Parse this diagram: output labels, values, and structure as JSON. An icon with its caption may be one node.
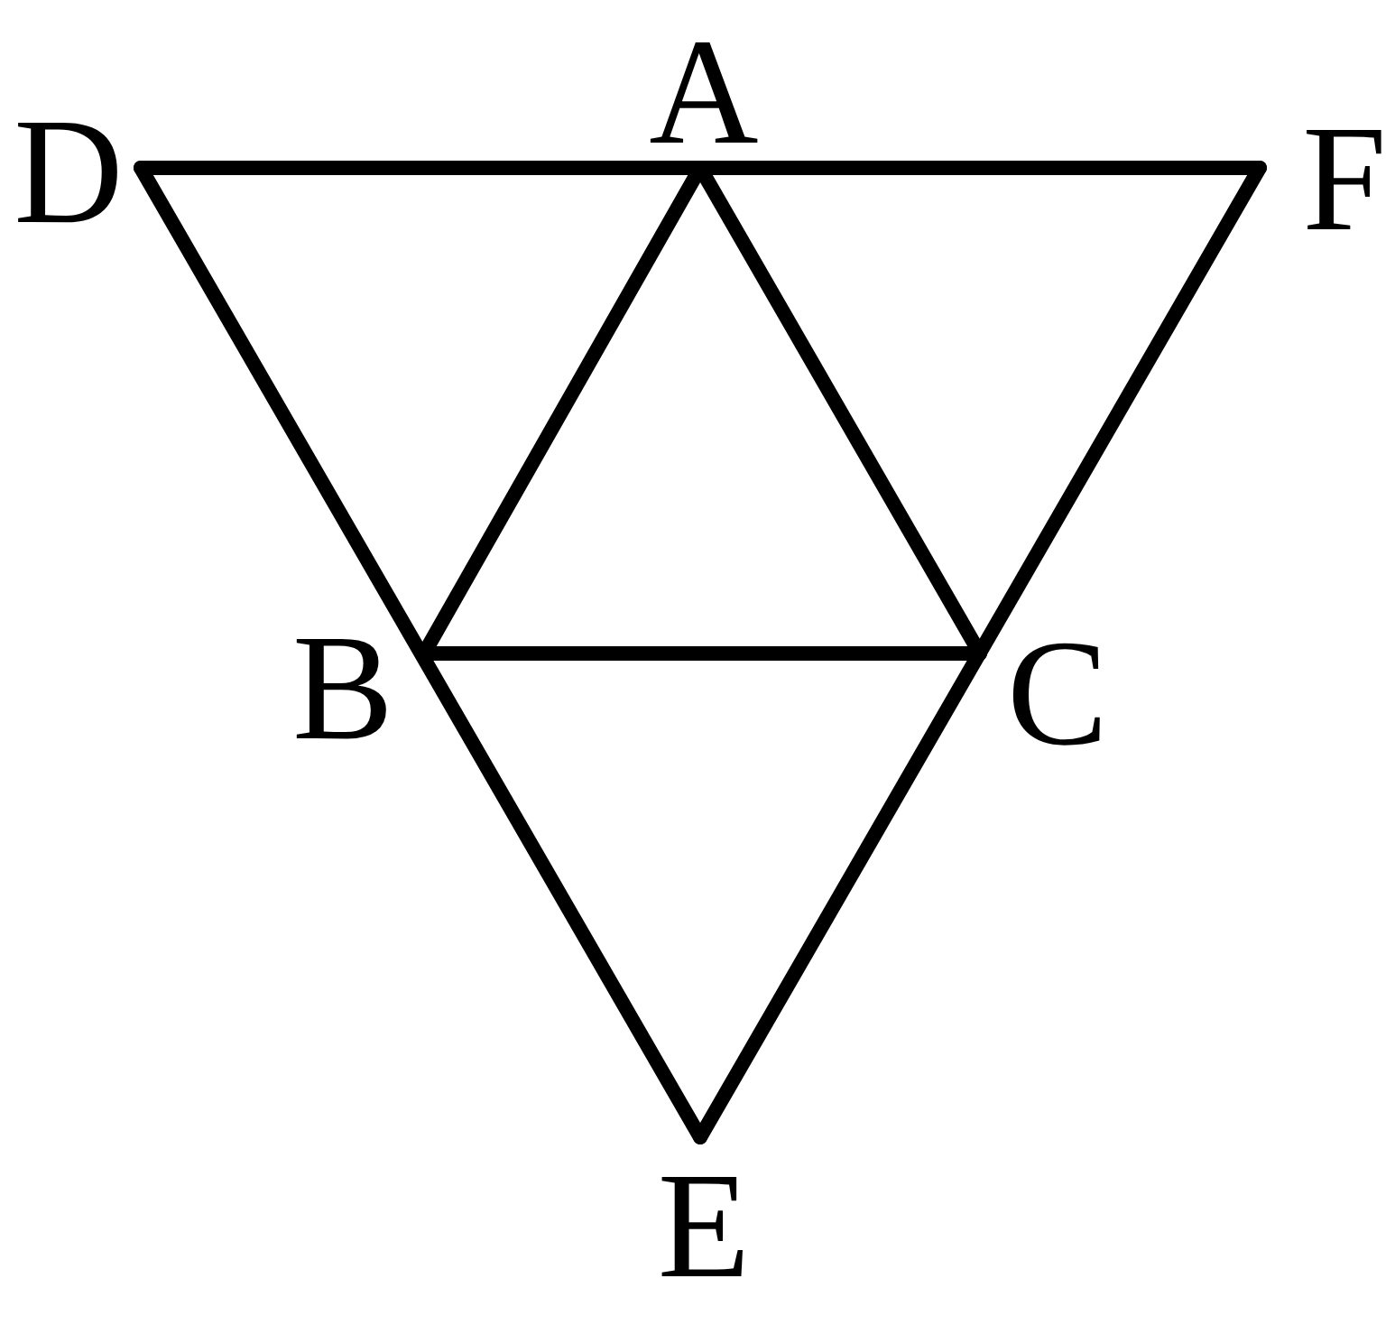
{
  "diagram": {
    "labels": [
      "A",
      "D",
      "F",
      "B",
      "C",
      "E"
    ]
  }
}
